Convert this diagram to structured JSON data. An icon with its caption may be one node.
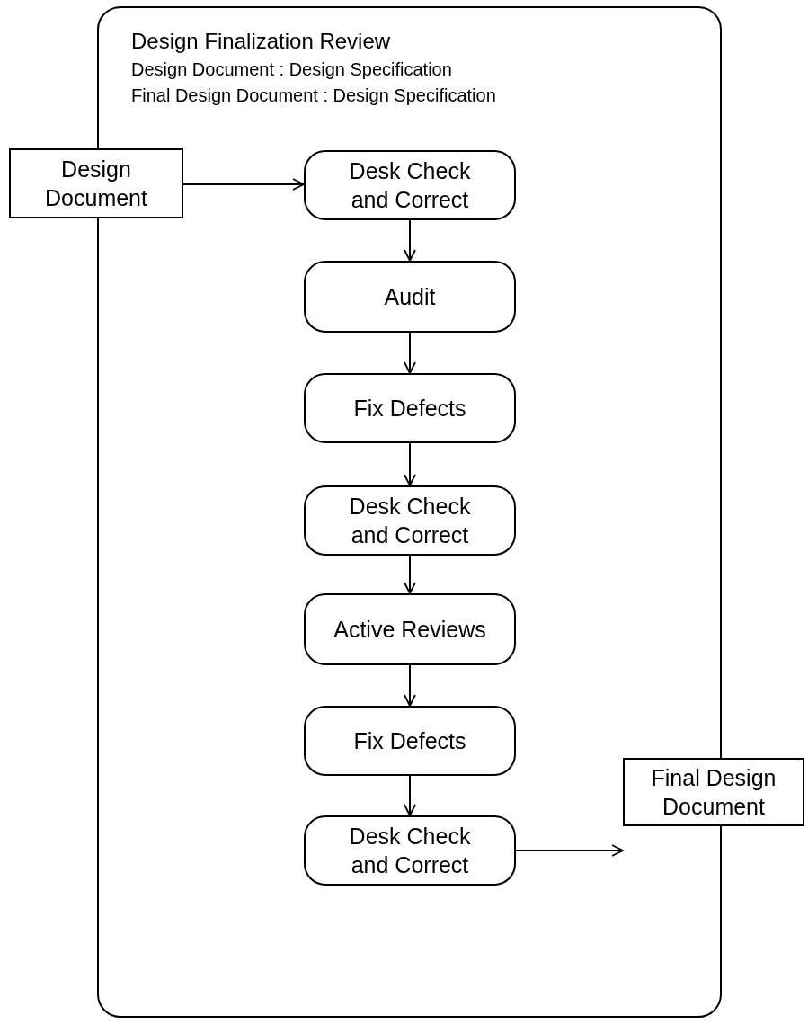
{
  "diagram": {
    "nodes": [
      {
        "text": [
          "Design Finalization Review",
          "Design Document : Design Specification",
          "Final Design Document : Design Specification"
        ]
      },
      {
        "text": [
          "Design Document"
        ]
      },
      {
        "text": [
          "Desk Check and Correct"
        ],
        "in": 0
      },
      {
        "text": [
          "Audit"
        ],
        "in": 0
      },
      {
        "text": [
          "Fix Defects"
        ],
        "in": 0
      },
      {
        "text": [
          "Desk Check and Correct"
        ],
        "in": 0
      },
      {
        "text": [
          "Active Reviews"
        ],
        "in": 0
      },
      {
        "text": [
          "Fix Defects"
        ],
        "in": 0
      },
      {
        "text": [
          "Desk Check and Correct"
        ],
        "in": 0
      },
      {
        "text": [
          "Final Design Document"
        ]
      }
    ],
    "edges": [
      {
        "from": 1,
        "to": 2,
        "arrow": "to"
      },
      {
        "from": 2,
        "to": 3,
        "arrow": "to"
      },
      {
        "from": 3,
        "to": 4,
        "arrow": "to"
      },
      {
        "from": 4,
        "to": 5,
        "arrow": "to"
      },
      {
        "from": 5,
        "to": 6,
        "arrow": "to"
      },
      {
        "from": 6,
        "to": 7,
        "arrow": "to"
      },
      {
        "from": 7,
        "to": 8,
        "arrow": "to"
      },
      {
        "from": 8,
        "to": 9,
        "arrow": "to"
      }
    ]
  }
}
